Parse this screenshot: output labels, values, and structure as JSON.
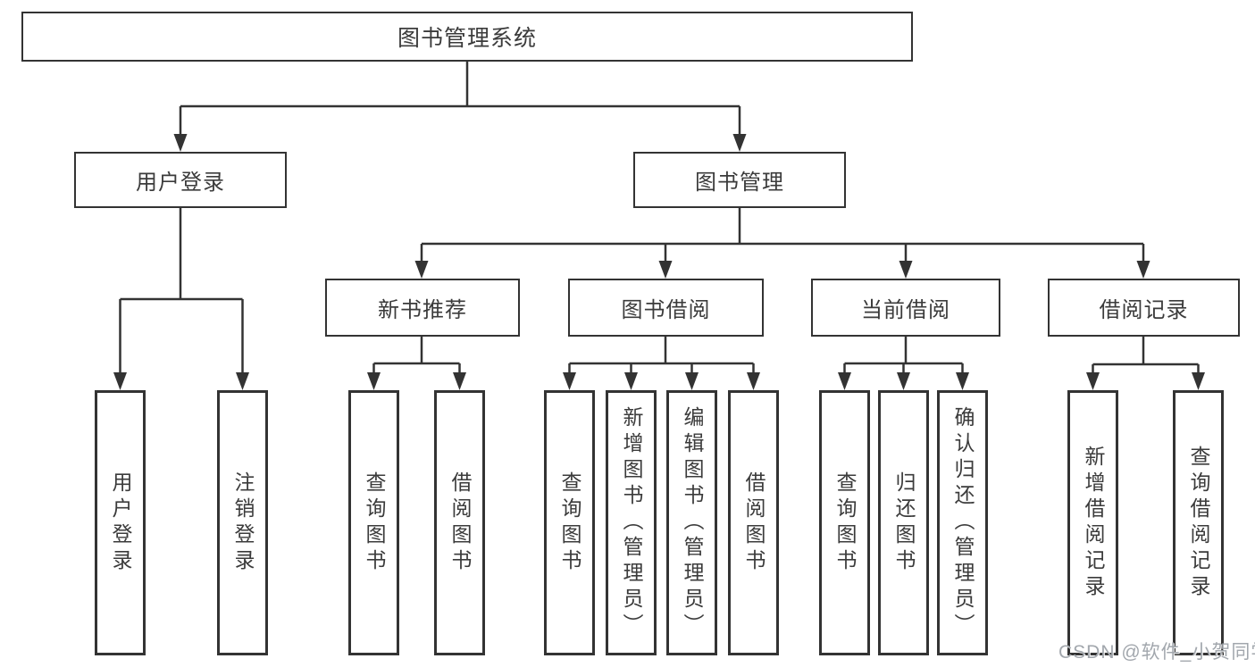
{
  "colors": {
    "line": "#333333",
    "box_border": "#333333",
    "text": "#3b3b3b",
    "background": "#ffffff",
    "watermark_text": "#a2a7ad"
  },
  "tree": {
    "root": "图书管理系统",
    "level1": [
      {
        "label": "用户登录"
      },
      {
        "label": "图书管理"
      }
    ],
    "level2": [
      {
        "label": "新书推荐"
      },
      {
        "label": "图书借阅"
      },
      {
        "label": "当前借阅"
      },
      {
        "label": "借阅记录"
      }
    ],
    "leaves_user_login": [
      "用户登录",
      "注销登录"
    ],
    "leaves_new_book": [
      "查询图书",
      "借阅图书"
    ],
    "leaves_book_borrow": [
      "查询图书",
      "新增图书（管理员）",
      "编辑图书（管理员）",
      "借阅图书"
    ],
    "leaves_current_borrow": [
      "查询图书",
      "归还图书",
      "确认归还（管理员）"
    ],
    "leaves_borrow_records": [
      "新增借阅记录",
      "查询借阅记录"
    ]
  },
  "watermark": "CSDN @软件_小贺同学"
}
